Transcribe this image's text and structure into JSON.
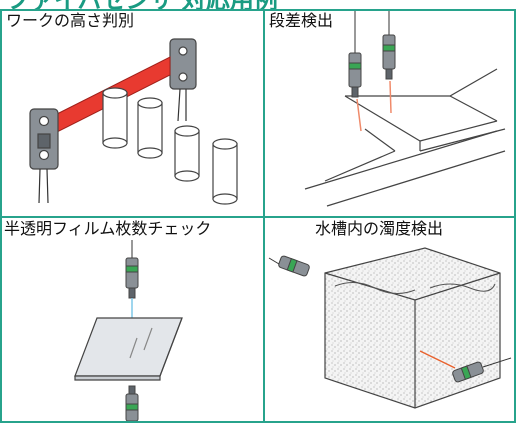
{
  "heading": "ファイバセンサ 対応用例",
  "panels": [
    {
      "label": "ワークの高さ判別"
    },
    {
      "label": "段差検出"
    },
    {
      "label": "半透明フィルム枚数チェック"
    },
    {
      "label": "水槽内の濁度検出"
    }
  ],
  "colors": {
    "border": "#27a38c",
    "heading": "#1a9b82",
    "beam_band": "#e83a30",
    "beam_ray": "#f08a6a",
    "metal": "#8a9096",
    "green_ring": "#3aa655"
  }
}
